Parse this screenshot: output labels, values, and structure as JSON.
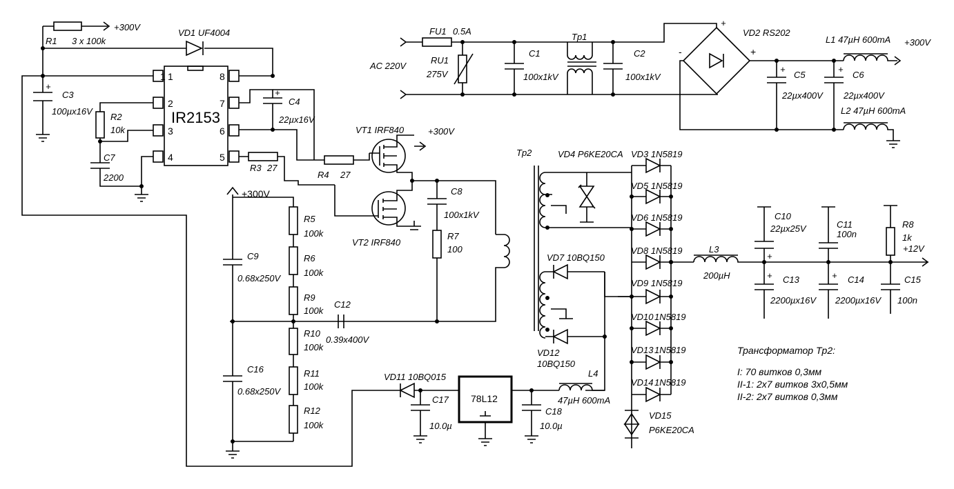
{
  "ic": {
    "name": "IR2153",
    "pins": [
      "1",
      "2",
      "3",
      "4",
      "5",
      "6",
      "7",
      "8"
    ]
  },
  "regulator": {
    "name": "78L12"
  },
  "labels": {
    "r1": "R1",
    "r1_val": "3 x 100k",
    "plus300_a": "+300V",
    "plus300_b": "+300V",
    "plus300_c": "+300V",
    "vd1": "VD1 UF4004",
    "c3": "C3",
    "c3_val": "100µx16V",
    "r2": "R2",
    "r2_val": "10k",
    "c7": "C7",
    "c7_val": "2200",
    "c4": "C4",
    "c4_val": "22µx16V",
    "r3": "R3",
    "r3_val": "27",
    "r4": "R4",
    "r4_val": "27",
    "vt1": "VT1  IRF840",
    "vt2": "VT2  IRF840",
    "c8": "C8",
    "c8_val": "100x1kV",
    "r7": "R7",
    "r7_val": "100",
    "r5": "R5",
    "r5_val": "100k",
    "r6": "R6",
    "r6_val": "100k",
    "r9": "R9",
    "r9_val": "100k",
    "r10": "R10",
    "r10_val": "100k",
    "r11": "R11",
    "r11_val": "100k",
    "r12": "R12",
    "r12_val": "100k",
    "c9": "C9",
    "c9_val": "0.68x250V",
    "c16": "C16",
    "c16_val": "0.68x250V",
    "c12": "C12",
    "c12_val": "0.39x400V",
    "fu1": "FU1",
    "fu1_val": "0.5A",
    "ru1": "RU1",
    "ru1_val": "275V",
    "ac": "AC 220V",
    "c1": "C1",
    "c1_val": "100x1kV",
    "c2": "C2",
    "c2_val": "100x1kV",
    "tp1": "Tp1",
    "vd2": "VD2 RS202",
    "c5": "C5",
    "c5_val": "22µx400V",
    "c6": "C6",
    "c6_val": "22µx400V",
    "l1": "L1 47µH 600mA",
    "l2": "L2  47µH 600mA",
    "tp2": "Tp2",
    "vd4": "VD4 P6KE20CA",
    "vd3": "VD3 1N5819",
    "vd5": "VD5 1N5819",
    "vd6": "VD6 1N5819",
    "vd8": "VD8 1N5819",
    "vd9": "VD9 1N5819",
    "vd10": "VD10",
    "vd10_val": "1N5819",
    "vd13": "VD13",
    "vd13_val": "1N5819",
    "vd14": "VD14",
    "vd14_val": "1N5819",
    "vd15": "VD15",
    "vd15_val": "P6KE20CA",
    "vd7": "VD7  10BQ150",
    "vd12": "VD12",
    "vd12_val": "10BQ150",
    "vd11": "VD11",
    "vd11_val": "10BQ015",
    "l4": "L4",
    "l4_val": "47µH 600mA",
    "c17": "C17",
    "c17_val": "10.0µ",
    "c18": "C18",
    "c18_val": "10.0µ",
    "l3": "L3",
    "l3_val": "200µH",
    "c10": "C10",
    "c10_val": "22µx25V",
    "c13": "C13",
    "c13_val": "2200µx16V",
    "c11": "C11",
    "c11_val": "100n",
    "c14": "C14",
    "c14_val": "2200µx16V",
    "r8": "R8",
    "r8_val": "1k",
    "c15": "C15",
    "c15_val": "100n",
    "plus12": "+12V",
    "plus300_out": "+300V",
    "plus_sign": "+",
    "minus_sign": "-"
  },
  "notes": {
    "title": "Трансформатор Tp2:",
    "line1": "I: 70 витков 0,3мм",
    "line2": "II-1: 2x7 витков 3x0,5мм",
    "line3": "II-2: 2x7 витков 0,3мм"
  }
}
